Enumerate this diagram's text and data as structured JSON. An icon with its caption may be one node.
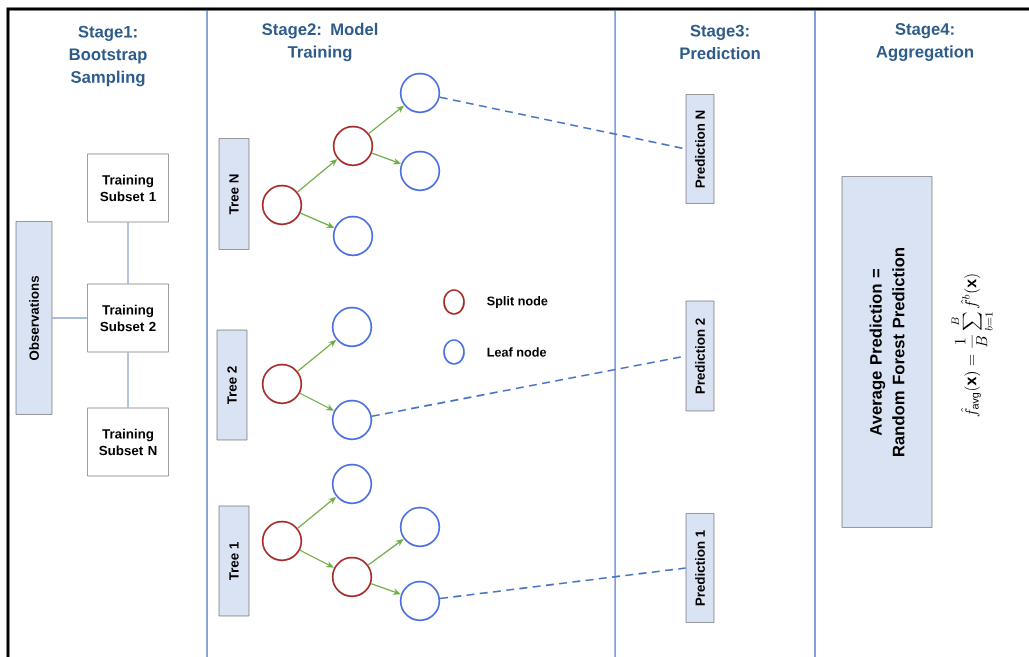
{
  "diagram": {
    "nodes": [
      {
        "text": [
          "Observations"
        ]
      },
      {
        "text": [
          "Training Subset 1"
        ]
      },
      {
        "text": [
          "Training Subset 2"
        ]
      },
      {
        "text": [
          "Training Subset N"
        ]
      },
      {
        "text": [
          "Tree N"
        ]
      },
      {
        "text": [],
        "shape": "circle"
      },
      {
        "text": [],
        "shape": "circle"
      },
      {
        "text": [],
        "shape": "circle"
      },
      {
        "text": [],
        "shape": "circle"
      },
      {
        "text": [],
        "shape": "circle"
      },
      {
        "text": [
          "Tree 2"
        ]
      },
      {
        "text": [],
        "shape": "circle"
      },
      {
        "text": [],
        "shape": "circle"
      },
      {
        "text": [],
        "shape": "circle"
      },
      {
        "text": [
          "Tree 1"
        ]
      },
      {
        "text": [],
        "shape": "circle"
      },
      {
        "text": [],
        "shape": "circle"
      },
      {
        "text": [],
        "shape": "circle"
      },
      {
        "text": [],
        "shape": "circle"
      },
      {
        "text": [],
        "shape": "circle"
      },
      {
        "text": [
          "Prediction N"
        ]
      },
      {
        "text": [
          "Prediction 2"
        ]
      },
      {
        "text": [
          "Prediction 1"
        ]
      },
      {
        "text": [
          "Average Prediction = Random Forest Prediction"
        ]
      }
    ],
    "edges": [
      {
        "from": 0,
        "to": 2,
        "arrow": "none",
        "color": "#8fa8c8"
      },
      {
        "from": 1,
        "to": 2,
        "arrow": "none",
        "color": "#8fa8c8"
      },
      {
        "from": 2,
        "to": 3,
        "arrow": "none",
        "color": "#8fa8c8"
      },
      {
        "from": 5,
        "to": 6,
        "arrow": "to",
        "color": "#70ad47"
      },
      {
        "from": 5,
        "to": 9,
        "arrow": "to",
        "color": "#70ad47"
      },
      {
        "from": 6,
        "to": 7,
        "arrow": "to",
        "color": "#70ad47"
      },
      {
        "from": 6,
        "to": 8,
        "arrow": "to",
        "color": "#70ad47"
      },
      {
        "from": 11,
        "to": 12,
        "arrow": "to",
        "color": "#70ad47"
      },
      {
        "from": 11,
        "to": 13,
        "arrow": "to",
        "color": "#70ad47"
      },
      {
        "from": 15,
        "to": 16,
        "arrow": "to",
        "color": "#70ad47"
      },
      {
        "from": 15,
        "to": 17,
        "arrow": "to",
        "color": "#70ad47"
      },
      {
        "from": 17,
        "to": 18,
        "arrow": "to",
        "color": "#70ad47"
      },
      {
        "from": 17,
        "to": 19,
        "arrow": "to",
        "color": "#70ad47"
      },
      {
        "from": 7,
        "to": 20,
        "arrow": "none",
        "style": "dashed",
        "color": "#4472c4"
      },
      {
        "from": 13,
        "to": 21,
        "arrow": "none",
        "style": "dashed",
        "color": "#4472c4"
      },
      {
        "from": 19,
        "to": 22,
        "arrow": "none",
        "style": "dashed",
        "color": "#4472c4"
      }
    ],
    "labels": [
      "Stage1: Bootstrap Sampling",
      "Stage2: Model Training",
      "Stage3: Prediction",
      "Stage4: Aggregation",
      "\\hat{f}_{\\mathrm{avg}}(\\mathbf{x}) = \\frac{1}{B}\\sum_{b=1}^{B}\\hat{f}^{b}(\\mathbf{x})"
    ],
    "legend": [
      {
        "text": "Split node"
      },
      {
        "text": "Leaf node"
      }
    ]
  }
}
